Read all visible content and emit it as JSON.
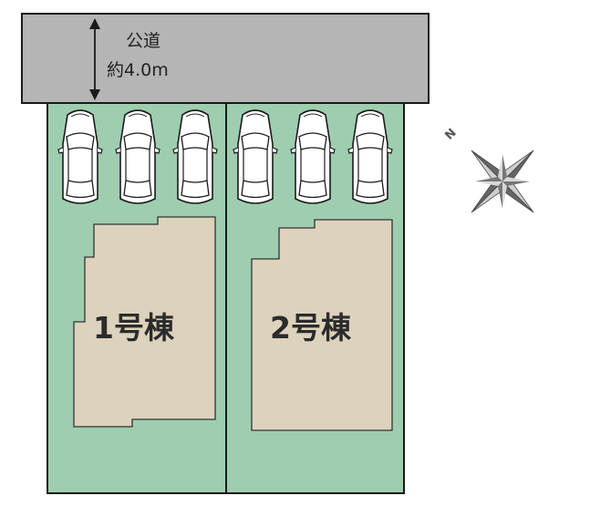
{
  "road": {
    "name": "公道",
    "width": "約4.0m",
    "color": "#b5b5b5"
  },
  "lots": [
    {
      "label": "1号棟",
      "parking_spaces": 3
    },
    {
      "label": "2号棟",
      "parking_spaces": 3
    }
  ],
  "compass": {
    "north_label": "N",
    "icon": "compass-rose-icon"
  },
  "colors": {
    "lot_fill": "#9fcdb0",
    "building_fill": "#ddd2bc",
    "car_fill": "#ffffff",
    "outline": "#1a1a1a",
    "compass_fill": "#888888"
  }
}
